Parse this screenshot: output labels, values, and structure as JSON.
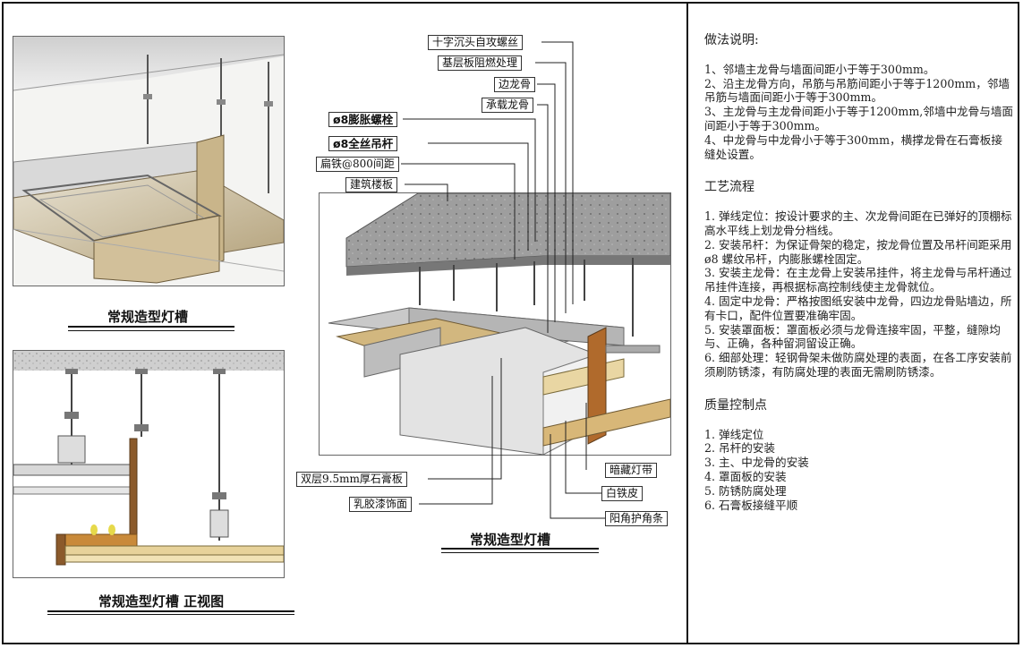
{
  "diagram": {
    "left_top_caption": "常规造型灯槽",
    "left_bottom_caption": "常规造型灯槽 正视图",
    "center_caption": "常规造型灯槽",
    "callouts": [
      "十字沉头自攻螺丝",
      "基层板阻燃处理",
      "边龙骨",
      "承载龙骨",
      "ø8膨胀螺栓",
      "ø8全丝吊杆",
      "扁铁@800间距",
      "建筑楼板",
      "双层9.5mm厚石膏板",
      "乳胶漆饰面",
      "暗藏灯带",
      "白铁皮",
      "阳角护角条"
    ]
  },
  "notes": {
    "method_title": "做法说明:",
    "method_items": [
      "1、邻墙主龙骨与墙面间距小于等于300mm。",
      "2、沿主龙骨方向，吊筋与吊筋间距小于等于1200mm，邻墙吊筋与墙面间距小于等于300mm。",
      "3、主龙骨与主龙骨间距小于等于1200mm,邻墙中龙骨与墙面间距小于等于300mm。",
      "4、中龙骨与中龙骨小于等于300mm，横撑龙骨在石膏板接缝处设置。"
    ],
    "process_title": "工艺流程",
    "process_items": [
      "1. 弹线定位：按设计要求的主、次龙骨间距在已弹好的顶棚标高水平线上划龙骨分档线。",
      "2. 安装吊杆：为保证骨架的稳定，按龙骨位置及吊杆间距采用ø8 螺纹吊杆，内膨胀螺栓固定。",
      "3. 安装主龙骨：在主龙骨上安装吊挂件，将主龙骨与吊杆通过吊挂件连接，再根据标高控制线使主龙骨就位。",
      "4. 固定中龙骨：严格按图纸安装中龙骨，四边龙骨贴墙边，所有卡口，配件位置要准确牢固。",
      "5. 安装罩面板：罩面板必须与龙骨连接牢固，平整，缝隙均与、正确，各种留洞留设正确。",
      "6. 细部处理：轻钢骨架未做防腐处理的表面，在各工序安装前须刷防锈漆，有防腐处理的表面无需刷防锈漆。"
    ],
    "quality_title": "质量控制点",
    "quality_items": [
      "1. 弹线定位",
      "2. 吊杆的安装",
      "3. 主、中龙骨的安装",
      "4. 罩面板的安装",
      "5. 防锈防腐处理",
      "6. 石膏板接缝平顺"
    ]
  }
}
